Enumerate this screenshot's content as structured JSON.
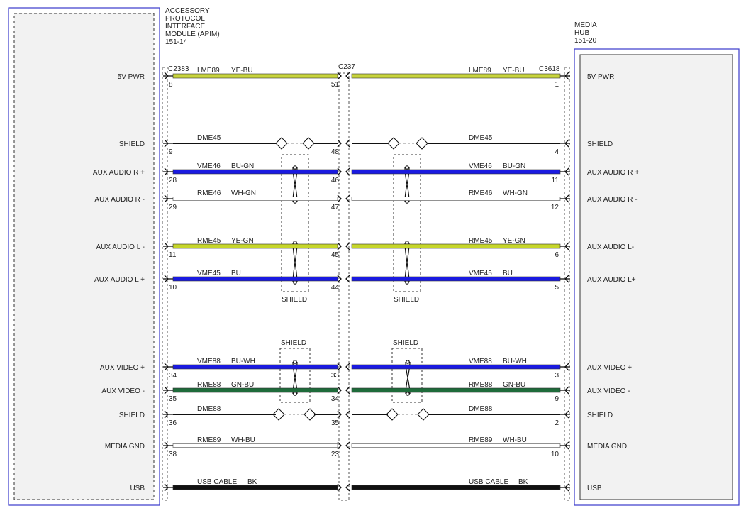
{
  "modules": {
    "left": {
      "title_lines": [
        "ACCESSORY",
        "PROTOCOL",
        "INTERFACE",
        "MODULE (APIM)",
        "151-14"
      ]
    },
    "right": {
      "title_lines": [
        "MEDIA",
        "HUB",
        "151-20"
      ]
    }
  },
  "connectors": {
    "left": "C2383",
    "middle": "C237",
    "right": "C3618"
  },
  "shield_label": "SHIELD",
  "colors": {
    "YE-BU": "#c8d43c",
    "YE-GN": "#c6d62a",
    "BU": "#1a1ae0",
    "BU-GN": "#1a1ae0",
    "BU-WH": "#1a1ae0",
    "GN-BU": "#1e6b3a",
    "WH-GN": "#ffffff",
    "WH-BU": "#ffffff",
    "BK": "#111111",
    "module_border": "#3a3acc"
  },
  "wires": [
    {
      "id": "5v-pwr",
      "left_label": "5V PWR",
      "right_label": "5V PWR",
      "circuit": "LME89",
      "color": "YE-BU",
      "pin_left": "8",
      "pin_mid_left": "51",
      "pin_mid_right": "",
      "pin_right": "1",
      "style": "color"
    },
    {
      "id": "shield-audio",
      "left_label": "SHIELD",
      "right_label": "SHIELD",
      "circuit": "DME45",
      "color": "",
      "pin_left": "9",
      "pin_mid_left": "48",
      "pin_mid_right": "",
      "pin_right": "4",
      "style": "drain"
    },
    {
      "id": "aux-audio-r-p",
      "left_label": "AUX AUDIO R +",
      "right_label": "AUX AUDIO R +",
      "circuit": "VME46",
      "color": "BU-GN",
      "pin_left": "28",
      "pin_mid_left": "46",
      "pin_mid_right": "",
      "pin_right": "11",
      "style": "color"
    },
    {
      "id": "aux-audio-r-m",
      "left_label": "AUX AUDIO R -",
      "right_label": "AUX AUDIO R -",
      "circuit": "RME46",
      "color": "WH-GN",
      "pin_left": "29",
      "pin_mid_left": "47",
      "pin_mid_right": "",
      "pin_right": "12",
      "style": "white"
    },
    {
      "id": "aux-audio-l-m",
      "left_label": "AUX AUDIO L -",
      "right_label": "AUX AUDIO L-",
      "circuit": "RME45",
      "color": "YE-GN",
      "pin_left": "11",
      "pin_mid_left": "45",
      "pin_mid_right": "",
      "pin_right": "6",
      "style": "color"
    },
    {
      "id": "aux-audio-l-p",
      "left_label": "AUX AUDIO L +",
      "right_label": "AUX AUDIO L+",
      "circuit": "VME45",
      "color": "BU",
      "pin_left": "10",
      "pin_mid_left": "44",
      "pin_mid_right": "",
      "pin_right": "5",
      "style": "color"
    },
    {
      "id": "aux-video-p",
      "left_label": "AUX VIDEO +",
      "right_label": "AUX VIDEO +",
      "circuit": "VME88",
      "color": "BU-WH",
      "pin_left": "34",
      "pin_mid_left": "33",
      "pin_mid_right": "",
      "pin_right": "3",
      "style": "color"
    },
    {
      "id": "aux-video-m",
      "left_label": "AUX VIDEO -",
      "right_label": "AUX VIDEO -",
      "circuit": "RME88",
      "color": "GN-BU",
      "pin_left": "35",
      "pin_mid_left": "34",
      "pin_mid_right": "",
      "pin_right": "9",
      "style": "color"
    },
    {
      "id": "shield-video",
      "left_label": "SHIELD",
      "right_label": "SHIELD",
      "circuit": "DME88",
      "color": "",
      "pin_left": "36",
      "pin_mid_left": "35",
      "pin_mid_right": "",
      "pin_right": "2",
      "style": "drain"
    },
    {
      "id": "media-gnd",
      "left_label": "MEDIA GND",
      "right_label": "MEDIA GND",
      "circuit": "RME89",
      "color": "WH-BU",
      "pin_left": "38",
      "pin_mid_left": "23",
      "pin_mid_right": "",
      "pin_right": "10",
      "style": "white"
    },
    {
      "id": "usb",
      "left_label": "USB",
      "right_label": "USB",
      "circuit": "USB CABLE",
      "color": "BK",
      "pin_left": "",
      "pin_mid_left": "",
      "pin_mid_right": "",
      "pin_right": "",
      "style": "color"
    }
  ]
}
